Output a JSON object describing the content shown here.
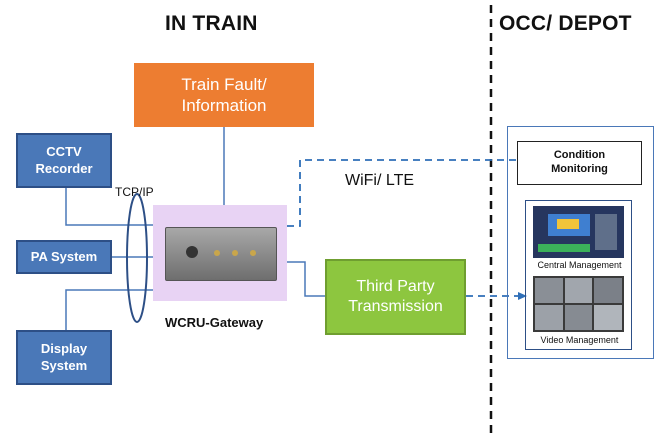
{
  "headings": {
    "in_train": "IN TRAIN",
    "occ_depot": "OCC/ DEPOT"
  },
  "nodes": {
    "train_fault": "Train Fault/\nInformation",
    "cctv": "CCTV\nRecorder",
    "pa": "PA System",
    "display": "Display\nSystem",
    "gateway": "WCRU-Gateway",
    "third_party": "Third Party\nTransmission",
    "condition": "Condition\nMonitoring",
    "central_mgmt": "Central Management",
    "video_mgmt": "Video Management"
  },
  "links": {
    "tcpip": "TCP/IP",
    "wifi_lte": "WiFi/ LTE"
  },
  "colors": {
    "blue": "#4a78b8",
    "orange": "#ed7d31",
    "green": "#8dc63f",
    "gateway_bg": "#e8d3f4",
    "dashed_line": "#2e6fb8"
  }
}
